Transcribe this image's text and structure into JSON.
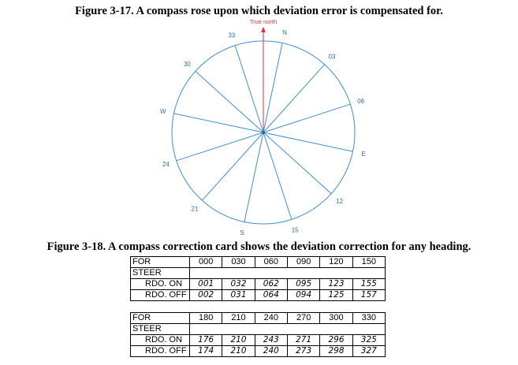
{
  "figure_17": {
    "caption": "Figure 3-17. A compass rose upon which deviation error is compensated for.",
    "true_north_label": "True north",
    "colors": {
      "rose": "#3f8fd0",
      "true_north": "#e0303d",
      "label": "#2d6fa8"
    },
    "labels": [
      "N",
      "03",
      "06",
      "E",
      "12",
      "15",
      "S",
      "21",
      "24",
      "W",
      "30",
      "33"
    ]
  },
  "figure_18": {
    "caption": "Figure 3-18. A compass correction card shows the deviation correction for any heading.",
    "card_1": {
      "for_label": "FOR",
      "steer_label": "STEER",
      "rdo_on_label": "RDO. ON",
      "rdo_off_label": "RDO. OFF",
      "headings": [
        "000",
        "030",
        "060",
        "090",
        "120",
        "150"
      ],
      "rdo_on": [
        "001",
        "032",
        "062",
        "095",
        "123",
        "155"
      ],
      "rdo_off": [
        "002",
        "031",
        "064",
        "094",
        "125",
        "157"
      ]
    },
    "card_2": {
      "for_label": "FOR",
      "steer_label": "STEER",
      "rdo_on_label": "RDO. ON",
      "rdo_off_label": "RDO. OFF",
      "headings": [
        "180",
        "210",
        "240",
        "270",
        "300",
        "330"
      ],
      "rdo_on": [
        "176",
        "210",
        "243",
        "271",
        "296",
        "325"
      ],
      "rdo_off": [
        "174",
        "210",
        "240",
        "273",
        "298",
        "327"
      ]
    }
  }
}
